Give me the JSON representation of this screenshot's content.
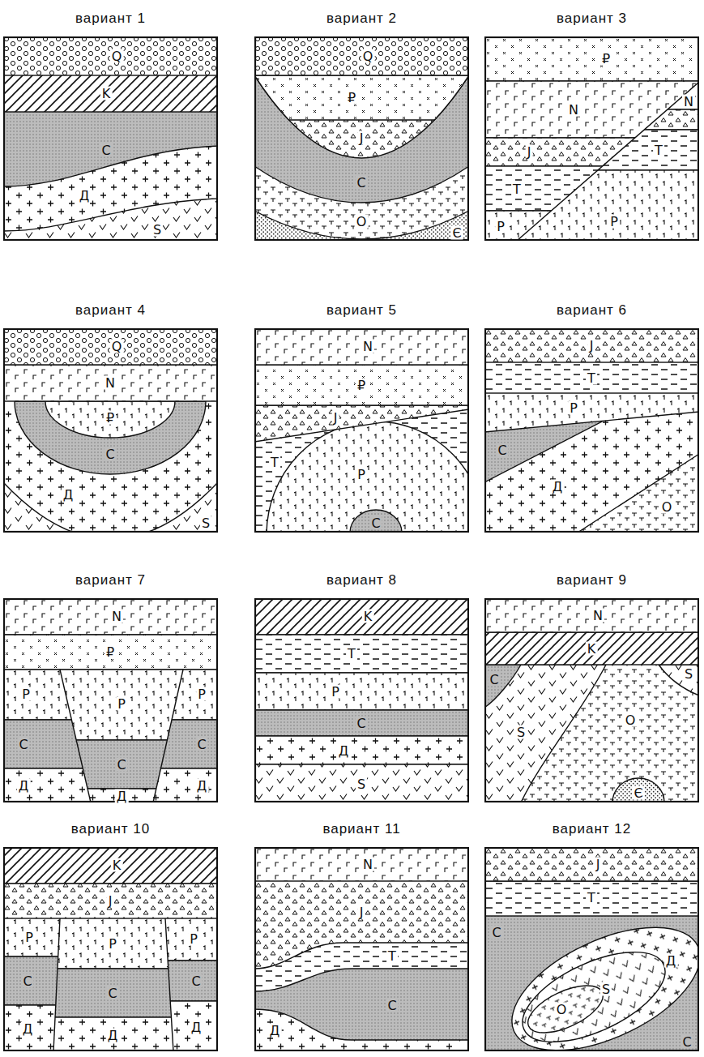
{
  "diagram": {
    "nodes": [
      {
        "text": [
          "вариант 1"
        ]
      },
      {
        "text": [
          "Q"
        ],
        "in": 0
      },
      {
        "text": [
          "K"
        ],
        "in": 0
      },
      {
        "text": [
          "C"
        ],
        "in": 0
      },
      {
        "text": [
          "Д"
        ],
        "in": 0
      },
      {
        "text": [
          "S"
        ],
        "in": 0
      },
      {
        "text": [
          "вариант 2"
        ]
      },
      {
        "text": [
          "Q"
        ],
        "in": 6
      },
      {
        "text": [
          "₽"
        ],
        "in": 6
      },
      {
        "text": [
          "J"
        ],
        "in": 6
      },
      {
        "text": [
          "C"
        ],
        "in": 6
      },
      {
        "text": [
          "O"
        ],
        "in": 6
      },
      {
        "text": [
          "Є"
        ],
        "in": 6
      },
      {
        "text": [
          "вариант 3"
        ]
      },
      {
        "text": [
          "₽"
        ],
        "in": 13
      },
      {
        "text": [
          "N"
        ],
        "in": 13
      },
      {
        "text": [
          "N"
        ],
        "in": 13
      },
      {
        "text": [
          "J"
        ],
        "in": 13
      },
      {
        "text": [
          "T"
        ],
        "in": 13
      },
      {
        "text": [
          "T"
        ],
        "in": 13
      },
      {
        "text": [
          "P"
        ],
        "in": 13
      },
      {
        "text": [
          "P"
        ],
        "in": 13
      },
      {
        "text": [
          "вариант 4"
        ]
      },
      {
        "text": [
          "Q"
        ],
        "in": 22
      },
      {
        "text": [
          "N"
        ],
        "in": 22
      },
      {
        "text": [
          "₽"
        ],
        "in": 22
      },
      {
        "text": [
          "C"
        ],
        "in": 22
      },
      {
        "text": [
          "Д"
        ],
        "in": 22
      },
      {
        "text": [
          "S"
        ],
        "in": 22
      },
      {
        "text": [
          "вариант 5"
        ]
      },
      {
        "text": [
          "N"
        ],
        "in": 29
      },
      {
        "text": [
          "₽"
        ],
        "in": 29
      },
      {
        "text": [
          "J"
        ],
        "in": 29
      },
      {
        "text": [
          "T"
        ],
        "in": 29
      },
      {
        "text": [
          "P"
        ],
        "in": 29
      },
      {
        "text": [
          "C"
        ],
        "in": 29
      },
      {
        "text": [
          "вариант 6"
        ]
      },
      {
        "text": [
          "J"
        ],
        "in": 36
      },
      {
        "text": [
          "T"
        ],
        "in": 36
      },
      {
        "text": [
          "P"
        ],
        "in": 36
      },
      {
        "text": [
          "C"
        ],
        "in": 36
      },
      {
        "text": [
          "Д"
        ],
        "in": 36
      },
      {
        "text": [
          "O"
        ],
        "in": 36
      },
      {
        "text": [
          "вариант 7"
        ]
      },
      {
        "text": [
          "N"
        ],
        "in": 43
      },
      {
        "text": [
          "₽"
        ],
        "in": 43
      },
      {
        "text": [
          "P"
        ],
        "in": 43
      },
      {
        "text": [
          "P"
        ],
        "in": 43
      },
      {
        "text": [
          "P"
        ],
        "in": 43
      },
      {
        "text": [
          "C"
        ],
        "in": 43
      },
      {
        "text": [
          "C"
        ],
        "in": 43
      },
      {
        "text": [
          "C"
        ],
        "in": 43
      },
      {
        "text": [
          "Д"
        ],
        "in": 43
      },
      {
        "text": [
          "Д"
        ],
        "in": 43
      },
      {
        "text": [
          "Д"
        ],
        "in": 43
      },
      {
        "text": [
          "вариант 8"
        ]
      },
      {
        "text": [
          "K"
        ],
        "in": 55
      },
      {
        "text": [
          "T"
        ],
        "in": 55
      },
      {
        "text": [
          "P"
        ],
        "in": 55
      },
      {
        "text": [
          "C"
        ],
        "in": 55
      },
      {
        "text": [
          "Д"
        ],
        "in": 55
      },
      {
        "text": [
          "S"
        ],
        "in": 55
      },
      {
        "text": [
          "вариант 9"
        ]
      },
      {
        "text": [
          "N"
        ],
        "in": 62
      },
      {
        "text": [
          "K"
        ],
        "in": 62
      },
      {
        "text": [
          "C"
        ],
        "in": 62
      },
      {
        "text": [
          "S"
        ],
        "in": 62
      },
      {
        "text": [
          "S"
        ],
        "in": 62
      },
      {
        "text": [
          "O"
        ],
        "in": 62
      },
      {
        "text": [
          "Є"
        ],
        "in": 62
      },
      {
        "text": [
          "вариант 10"
        ]
      },
      {
        "text": [
          "K"
        ],
        "in": 70
      },
      {
        "text": [
          "J"
        ],
        "in": 70
      },
      {
        "text": [
          "P"
        ],
        "in": 70
      },
      {
        "text": [
          "P"
        ],
        "in": 70
      },
      {
        "text": [
          "P"
        ],
        "in": 70
      },
      {
        "text": [
          "C"
        ],
        "in": 70
      },
      {
        "text": [
          "C"
        ],
        "in": 70
      },
      {
        "text": [
          "C"
        ],
        "in": 70
      },
      {
        "text": [
          "Д"
        ],
        "in": 70
      },
      {
        "text": [
          "Д"
        ],
        "in": 70
      },
      {
        "text": [
          "Д"
        ],
        "in": 70
      },
      {
        "text": [
          "вариант 11"
        ]
      },
      {
        "text": [
          "N"
        ],
        "in": 82
      },
      {
        "text": [
          "J"
        ],
        "in": 82
      },
      {
        "text": [
          "T"
        ],
        "in": 82
      },
      {
        "text": [
          "C"
        ],
        "in": 82
      },
      {
        "text": [
          "Д"
        ],
        "in": 82
      },
      {
        "text": [
          "вариант 12"
        ]
      },
      {
        "text": [
          "J"
        ],
        "in": 88
      },
      {
        "text": [
          "T"
        ],
        "in": 88
      },
      {
        "text": [
          "C"
        ],
        "in": 88
      },
      {
        "text": [
          "Д"
        ],
        "in": 88
      },
      {
        "text": [
          "S"
        ],
        "in": 88
      },
      {
        "text": [
          "O"
        ],
        "in": 88
      },
      {
        "text": [
          "C"
        ],
        "in": 88
      }
    ]
  }
}
